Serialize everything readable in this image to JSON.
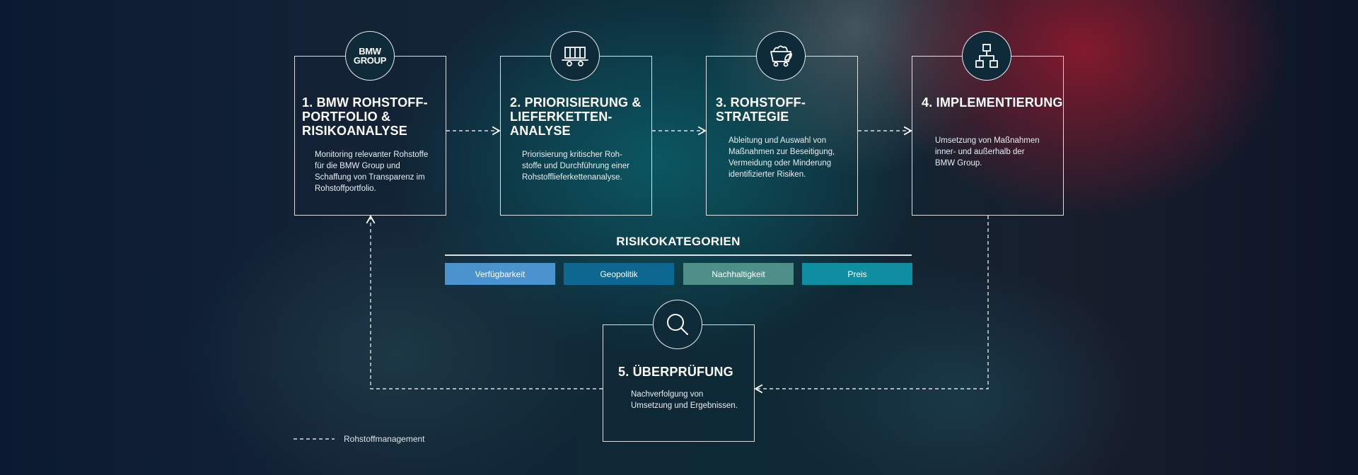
{
  "steps": [
    {
      "title": "1. BMW ROHSTOFF-\n    PORTFOLIO &\n    RISIKOANALYSE",
      "text": "Monitoring relevanter Rohstoffe\nfür die BMW Group und\nSchaffung von Transparenz im\nRohstoffportfolio.",
      "icon": "bmw-group-logo"
    },
    {
      "title": "2. PRIORISIERUNG &\n    LIEFERKETTEN-\n    ANALYSE",
      "text": "Priorisierung kritischer Roh-\nstoffe und Durchführung einer\nRohstofflieferkettenanalyse.",
      "icon": "rail-wagon-icon"
    },
    {
      "title": "3. ROHSTOFF-\n    STRATEGIE",
      "text": "Ableitung und Auswahl von\nMaßnahmen zur Beseitigung,\nVermeidung oder Minderung\nidentifizierter Risiken.",
      "icon": "ore-cart-leaf-icon"
    },
    {
      "title": "4. IMPLEMENTIERUNG",
      "text": "Umsetzung von Maßnahmen\ninner- und außerhalb der\nBMW Group.",
      "icon": "hierarchy-icon"
    },
    {
      "title": "5. ÜBERPRÜFUNG",
      "text": "Nachverfolgung von\nUmsetzung und Ergebnissen.",
      "icon": "magnifier-icon"
    }
  ],
  "logo_text": {
    "line1": "BMW",
    "line2": "GROUP"
  },
  "risk": {
    "title": "RISIKOKATEGORIEN",
    "categories": [
      {
        "label": "Verfügbarkeit",
        "color": "#4a93cf"
      },
      {
        "label": "Geopolitik",
        "color": "#0d6790"
      },
      {
        "label": "Nachhaltigkeit",
        "color": "#4e8f89"
      },
      {
        "label": "Preis",
        "color": "#0e8ea0"
      }
    ]
  },
  "legend": {
    "label": "Rohstoffmanagement"
  }
}
